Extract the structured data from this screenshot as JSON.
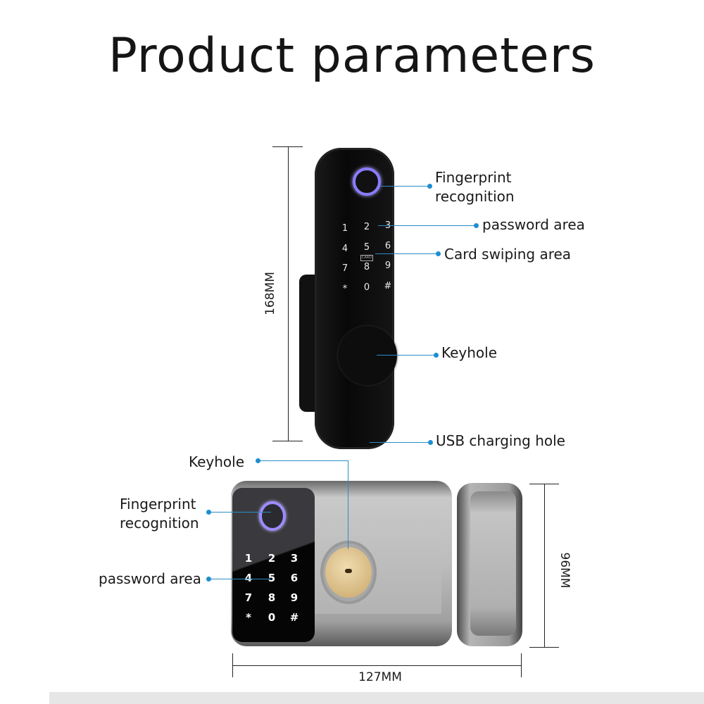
{
  "title": "Product parameters",
  "top_lock": {
    "labels": {
      "fingerprint_line1": "Fingerprint",
      "fingerprint_line2": "recognition",
      "password": "password area",
      "card": "Card swiping area",
      "keyhole": "Keyhole",
      "usb": "USB charging hole"
    },
    "keypad": [
      "1",
      "2",
      "3",
      "4",
      "5",
      "6",
      "7",
      "8",
      "9",
      "*",
      "0",
      "#"
    ],
    "card_mark": "CARD",
    "height_dimension": "168MM"
  },
  "bottom_lock": {
    "labels": {
      "keyhole": "Keyhole",
      "fingerprint_line1": "Fingerprint",
      "fingerprint_line2": "recognition",
      "password": "password area"
    },
    "keypad": [
      "1",
      "2",
      "3",
      "4",
      "5",
      "6",
      "7",
      "8",
      "9",
      "*",
      "0",
      "#"
    ],
    "height_dimension": "96MM",
    "width_dimension": "127MM"
  },
  "colors": {
    "callout": "#1b8fd2",
    "fingerprint_ring": "#8a7cff"
  }
}
